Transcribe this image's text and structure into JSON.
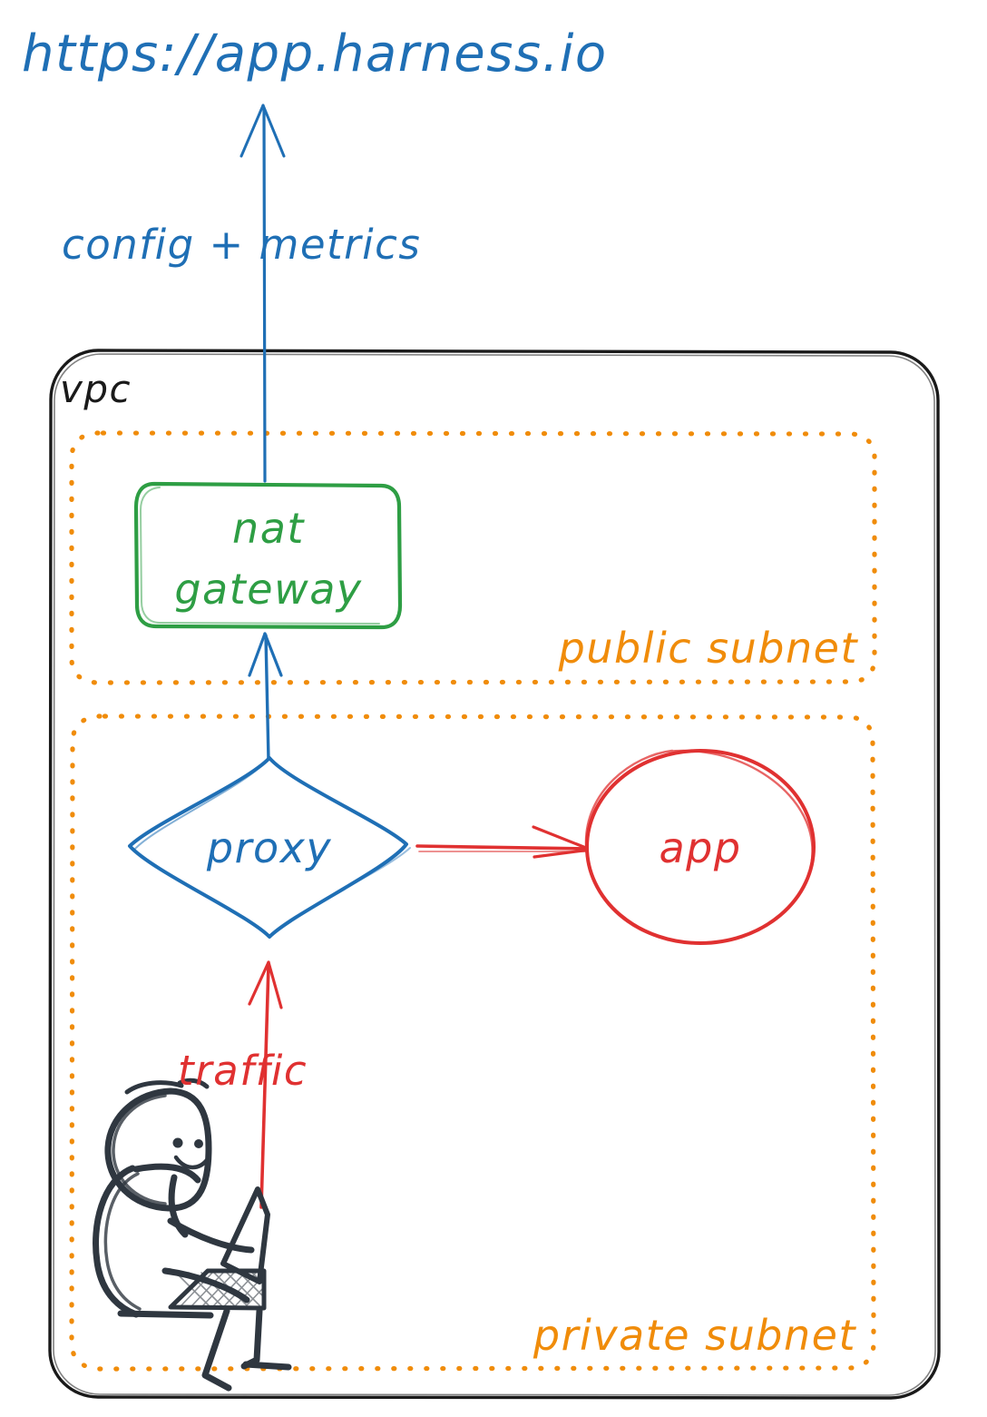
{
  "diagram": {
    "title_url": "https://app.harness.io",
    "colors": {
      "blue": "#1f6fb5",
      "green": "#2e9e44",
      "orange": "#f08c0a",
      "red": "#e03131",
      "black": "#1a1a1a",
      "charcoal": "#2f3740",
      "background": "#ffffff"
    },
    "external_endpoint": {
      "label": "https://app.harness.io",
      "color": "#1f6fb5"
    },
    "edges": [
      {
        "name": "nat-gateway-to-endpoint",
        "label": "config + metrics",
        "color": "#1f6fb5",
        "from": "nat gateway",
        "to": "https://app.harness.io",
        "direction": "up"
      },
      {
        "name": "proxy-to-nat-gateway",
        "label": "",
        "color": "#1f6fb5",
        "from": "proxy",
        "to": "nat gateway",
        "direction": "up"
      },
      {
        "name": "proxy-to-app",
        "label": "",
        "color": "#e03131",
        "from": "proxy",
        "to": "app",
        "direction": "right"
      },
      {
        "name": "user-to-proxy",
        "label": "traffic",
        "color": "#e03131",
        "from": "user",
        "to": "proxy",
        "direction": "up"
      }
    ],
    "containers": [
      {
        "name": "vpc",
        "label": "vpc",
        "style": "solid rounded rectangle",
        "color": "#1a1a1a",
        "label_position": "top-left"
      },
      {
        "name": "public-subnet",
        "label": "public subnet",
        "style": "dotted rounded rectangle",
        "color": "#f08c0a",
        "label_position": "bottom-right"
      },
      {
        "name": "private-subnet",
        "label": "private subnet",
        "style": "dotted rounded rectangle",
        "color": "#f08c0a",
        "label_position": "bottom-right"
      }
    ],
    "nodes": [
      {
        "name": "nat-gateway",
        "label_line1": "nat",
        "label_line2": "gateway",
        "shape": "rounded-rectangle",
        "color": "#2e9e44",
        "parent": "public subnet"
      },
      {
        "name": "proxy",
        "label": "proxy",
        "shape": "diamond",
        "color": "#1f6fb5",
        "parent": "private subnet"
      },
      {
        "name": "app",
        "label": "app",
        "shape": "ellipse",
        "color": "#e03131",
        "parent": "private subnet"
      },
      {
        "name": "user",
        "label": "",
        "shape": "stick-figure-with-laptop",
        "color": "#2f3740",
        "parent": "private subnet"
      }
    ],
    "labels": {
      "config_metrics": "config + metrics",
      "traffic": "traffic",
      "vpc": "vpc",
      "public_subnet": "public subnet",
      "private_subnet": "private subnet",
      "nat_line1": "nat",
      "nat_line2": "gateway",
      "proxy": "proxy",
      "app": "app",
      "endpoint": "https://app.harness.io"
    }
  }
}
